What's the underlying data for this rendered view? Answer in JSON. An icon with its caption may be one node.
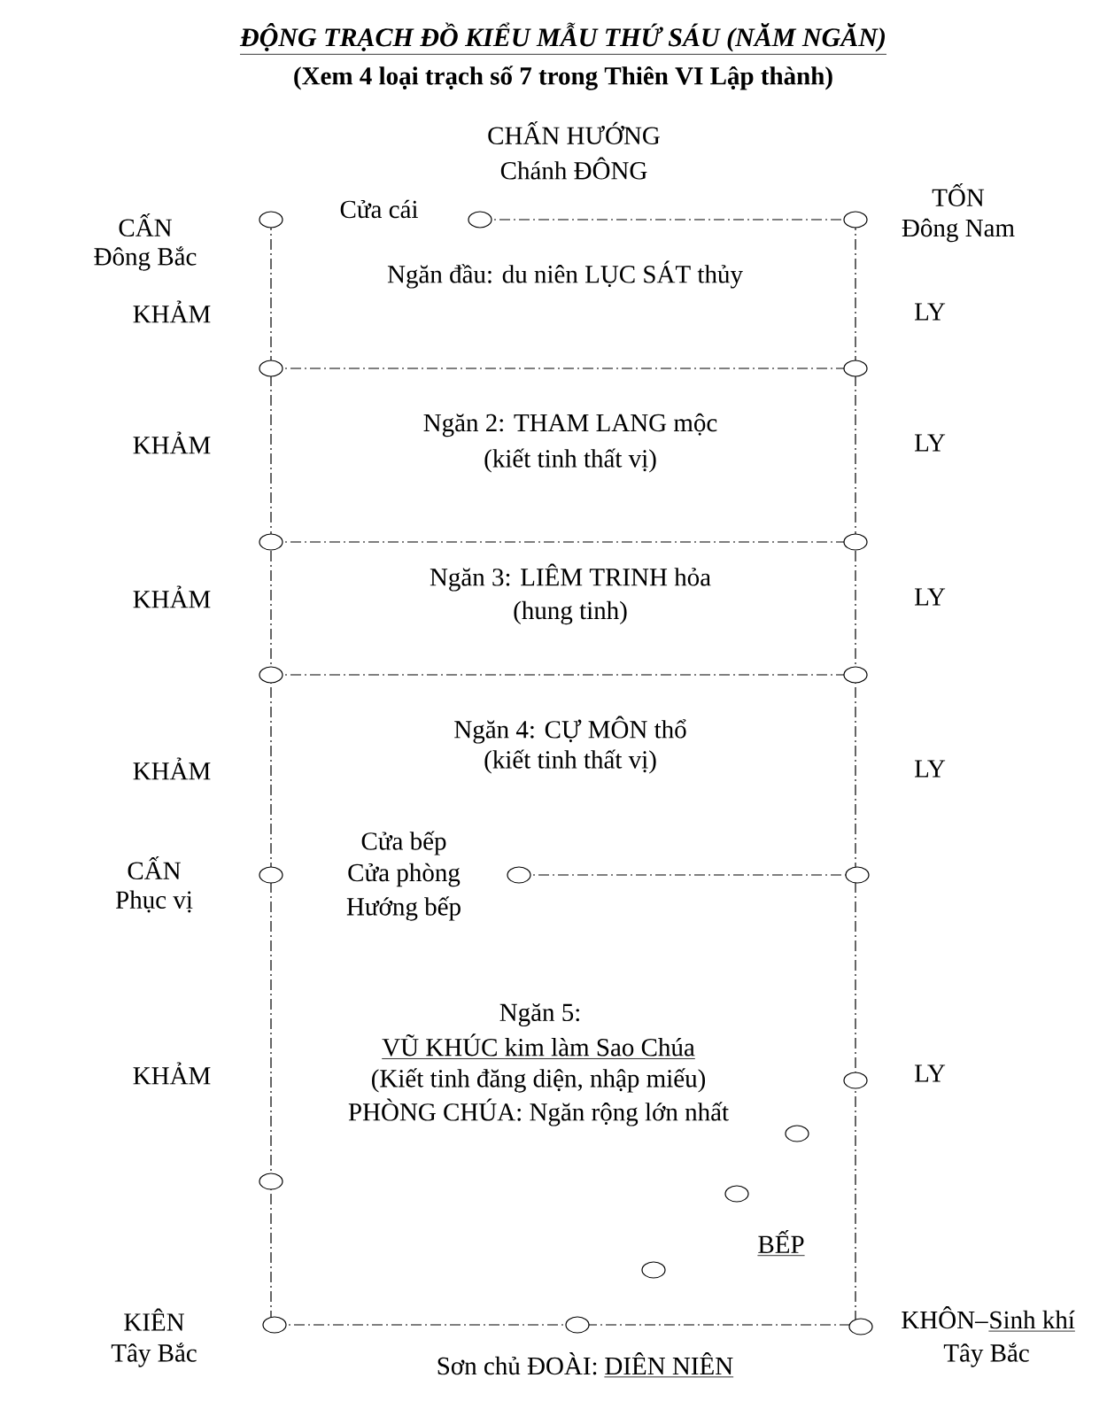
{
  "diagram": {
    "title": "ĐỘNG TRẠCH ĐỒ KIỂU MẪU THỨ SÁU (NĂM NGĂN)",
    "labels": [
      "(Xem 4 loại trạch số 7 trong Thiên VI Lập thành)",
      "CHẤN HƯỚNG",
      "Chánh ĐÔNG",
      "CẤN",
      "Đông Bắc",
      "Cửa cái",
      "TỐN",
      "Đông Nam",
      "Ngăn đầu: du niên LỤC SÁT thủy",
      "KHẢM",
      "LY",
      "KHẢM",
      "Ngăn 2: THAM LANG mộc",
      "(kiết tinh thất vị)",
      "LY",
      "KHẢM",
      "Ngăn 3: LIÊM TRINH hỏa",
      "(hung tinh)",
      "LY",
      "Ngăn 4: CỰ MÔN thổ",
      "KHẢM",
      "(kiết tinh thất vị)",
      "LY",
      "Cửa bếp",
      "Cửa phòng",
      "Hướng bếp",
      "CẤN",
      "Phục vị",
      "Ngăn 5:",
      "VŨ KHÚC kim làm Sao Chúa",
      "(Kiết tinh đăng diện, nhập miếu)",
      "PHÒNG CHÚA: Ngăn rộng lớn nhất",
      "KHẢM",
      "LY",
      "BẾP",
      "KIÊN",
      "KHÔN–",
      "Sinh khí",
      "Tây Bắc",
      "Sơn chủ ĐOÀI:",
      "DIÊN NIÊN",
      "Tây Bắc"
    ]
  }
}
